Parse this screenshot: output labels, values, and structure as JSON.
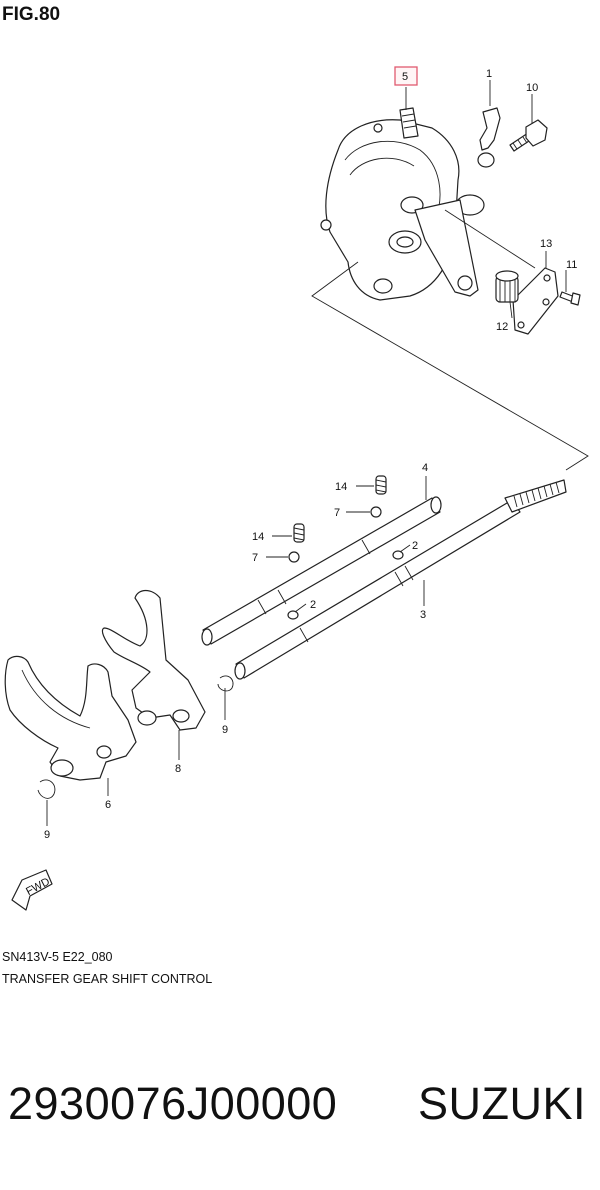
{
  "figure": {
    "title": "FIG.80"
  },
  "diagram_code": "SN413V-5 E22_080",
  "caption": "TRANSFER GEAR SHIFT CONTROL",
  "part_number": "2930076J00000",
  "brand": "SUZUKI",
  "fwd_label": "FWD",
  "highlight_color": "#e05a70",
  "callouts": [
    {
      "id": "c5",
      "label": "5"
    },
    {
      "id": "c1",
      "label": "1"
    },
    {
      "id": "c10",
      "label": "10"
    },
    {
      "id": "c13",
      "label": "13"
    },
    {
      "id": "c11",
      "label": "11"
    },
    {
      "id": "c12",
      "label": "12"
    },
    {
      "id": "c4",
      "label": "4"
    },
    {
      "id": "c14a",
      "label": "14"
    },
    {
      "id": "c7a",
      "label": "7"
    },
    {
      "id": "c14b",
      "label": "14"
    },
    {
      "id": "c7b",
      "label": "7"
    },
    {
      "id": "c2a",
      "label": "2"
    },
    {
      "id": "c2b",
      "label": "2"
    },
    {
      "id": "c3",
      "label": "3"
    },
    {
      "id": "c9a",
      "label": "9"
    },
    {
      "id": "c8",
      "label": "8"
    },
    {
      "id": "c6",
      "label": "6"
    },
    {
      "id": "c9b",
      "label": "9"
    }
  ]
}
